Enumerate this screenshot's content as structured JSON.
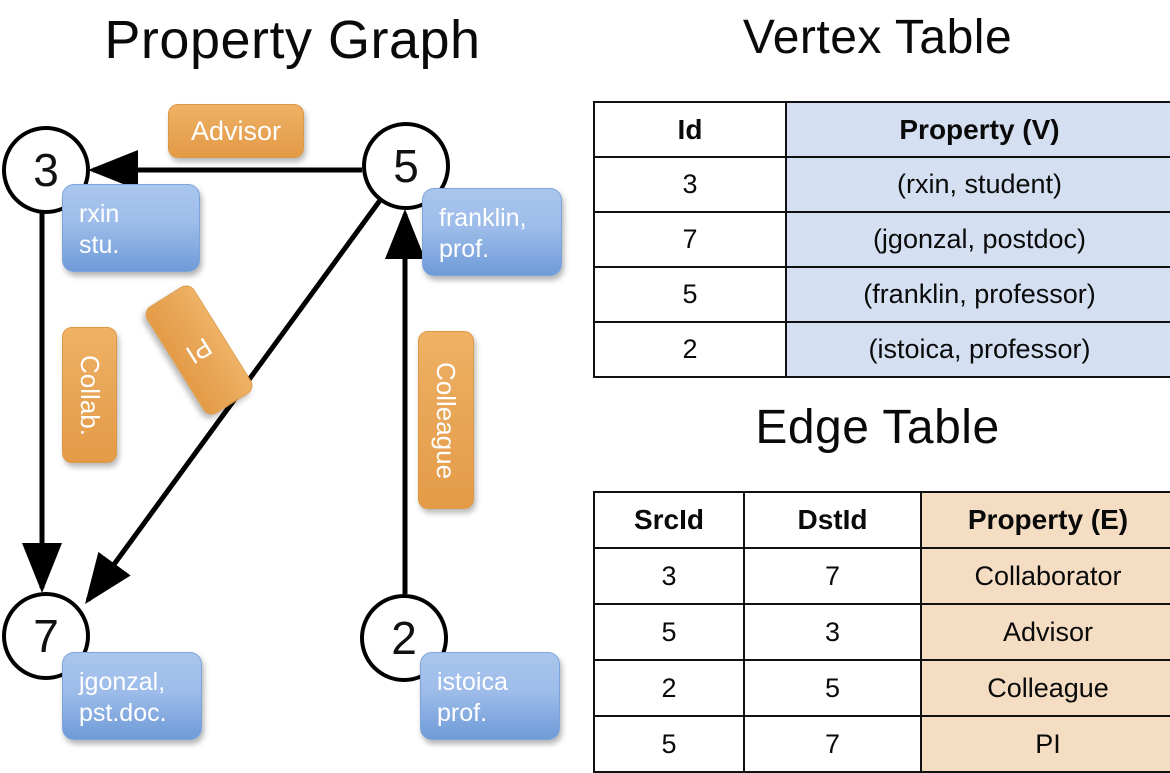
{
  "titles": {
    "property_graph": "Property Graph",
    "vertex_table": "Vertex Table",
    "edge_table": "Edge Table"
  },
  "graph": {
    "vertices": [
      {
        "id": "3",
        "prop_line1": "rxin",
        "prop_line2": "stu."
      },
      {
        "id": "5",
        "prop_line1": "franklin,",
        "prop_line2": "prof."
      },
      {
        "id": "7",
        "prop_line1": "jgonzal,",
        "prop_line2": "pst.doc."
      },
      {
        "id": "2",
        "prop_line1": "istoica",
        "prop_line2": "prof."
      }
    ],
    "edge_labels": {
      "advisor": "Advisor",
      "collab": "Collab.",
      "pi": "PI",
      "colleague": "Colleague"
    }
  },
  "vertex_table": {
    "headers": [
      "Id",
      "Property (V)"
    ],
    "rows": [
      {
        "id": "3",
        "property": "(rxin, student)"
      },
      {
        "id": "7",
        "property": "(jgonzal, postdoc)"
      },
      {
        "id": "5",
        "property": "(franklin, professor)"
      },
      {
        "id": "2",
        "property": "(istoica, professor)"
      }
    ]
  },
  "edge_table": {
    "headers": [
      "SrcId",
      "DstId",
      "Property (E)"
    ],
    "rows": [
      {
        "src": "3",
        "dst": "7",
        "property": "Collaborator"
      },
      {
        "src": "5",
        "dst": "3",
        "property": "Advisor"
      },
      {
        "src": "2",
        "dst": "5",
        "property": "Colleague"
      },
      {
        "src": "5",
        "dst": "7",
        "property": "PI"
      }
    ]
  },
  "colors": {
    "vertex_property_fill": "#d4e0f2",
    "edge_property_fill": "#f5ddc3",
    "node_box_blue": "#9dbce9",
    "edge_label_orange": "#e9a759",
    "stroke": "#000000"
  }
}
